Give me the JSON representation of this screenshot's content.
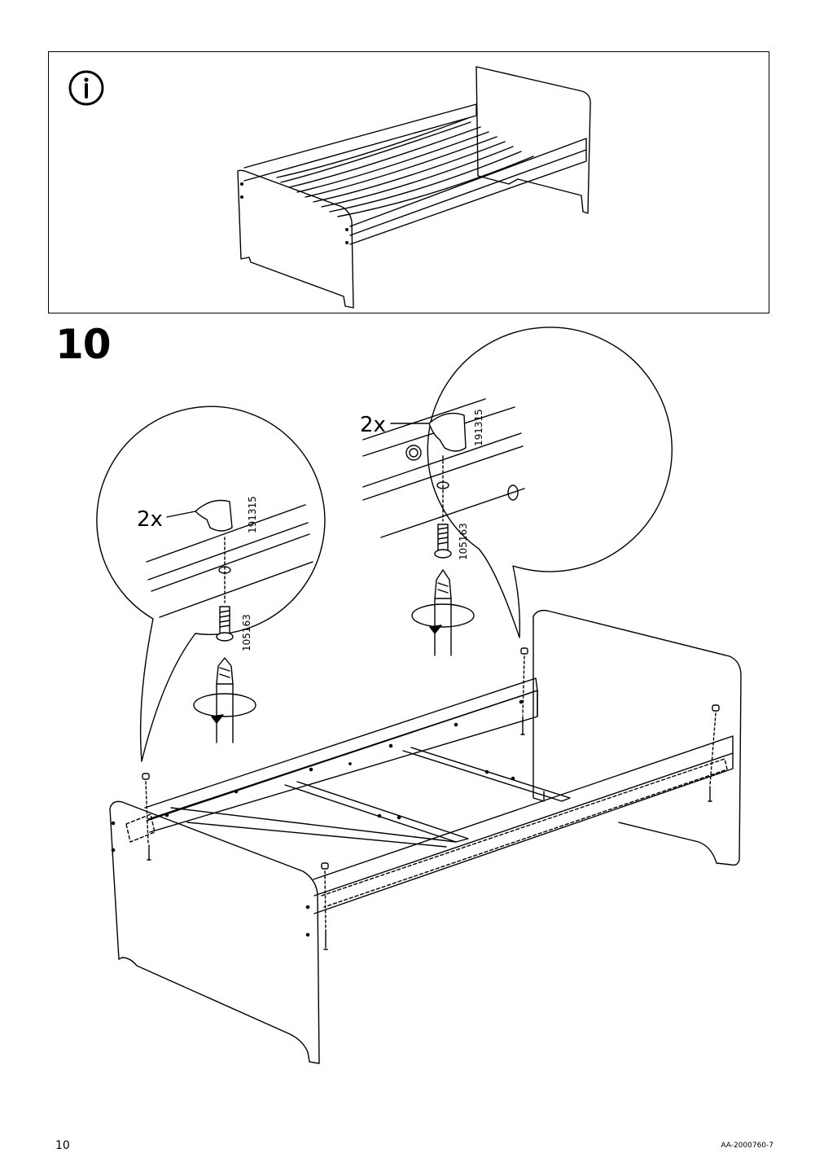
{
  "info_panel": {
    "icon": "info-icon"
  },
  "step": {
    "number": "10"
  },
  "callout_left": {
    "quantity": "2x",
    "cap_part": "191315",
    "bolt_part": "105163"
  },
  "callout_right": {
    "quantity": "2x",
    "cap_part": "191315",
    "bolt_part": "105163"
  },
  "footer": {
    "page_number": "10",
    "doc_code": "AA-2000760-7"
  }
}
